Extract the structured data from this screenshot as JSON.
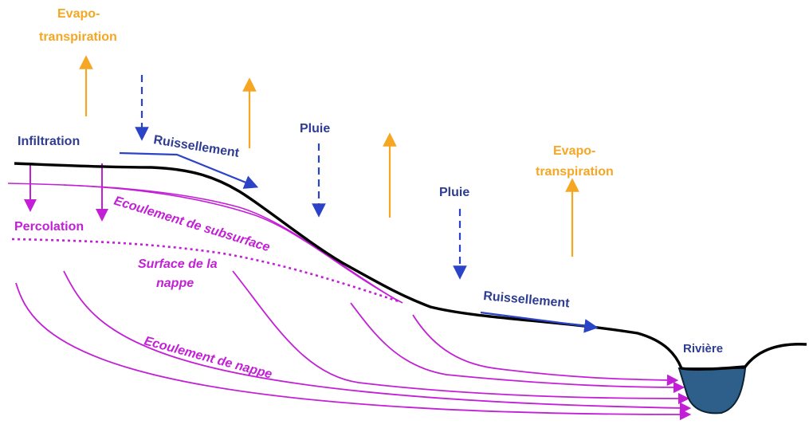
{
  "colors": {
    "evapo": "#f5a623",
    "rain": "#2b44c7",
    "flow": "#c21fd6",
    "ground": "#000000",
    "river": "#2d5f8a",
    "text_blue": "#2e3d91"
  },
  "labels": {
    "evapo_1_line1": "Evapo-",
    "evapo_1_line2": "transpiration",
    "evapo_2_line1": "Evapo-",
    "evapo_2_line2": "transpiration",
    "infiltration": "Infiltration",
    "ruissellement_1": "Ruissellement",
    "ruissellement_2": "Ruissellement",
    "pluie_1": "Pluie",
    "pluie_2": "Pluie",
    "percolation": "Percolation",
    "ecoulement_subsurface": "Ecoulement de subsurface",
    "surface_nappe_line1": "Surface de la",
    "surface_nappe_line2": "nappe",
    "ecoulement_nappe": "Ecoulement de nappe",
    "riviere": "Rivière"
  }
}
